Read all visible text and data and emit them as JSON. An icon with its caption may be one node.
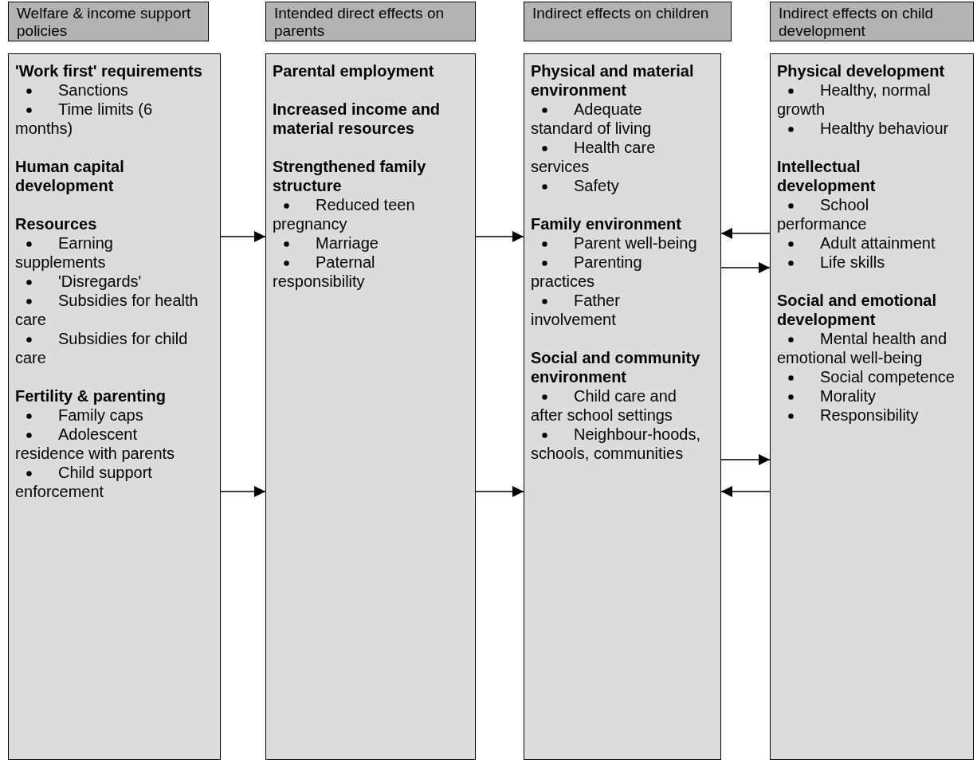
{
  "diagram": {
    "nodes": [
      {
        "text": [
          "Welfare & income support policies"
        ]
      },
      {
        "text": [
          "Intended direct effects on parents"
        ]
      },
      {
        "text": [
          "Indirect effects on children"
        ]
      },
      {
        "text": [
          "Indirect effects on child development"
        ]
      },
      {
        "text": [
          "'Work first' requirements",
          "Sanctions",
          "Time limits (6 months)",
          "Human capital development",
          "Resources",
          "Earning supplements",
          "'Disregards'",
          "Subsidies for health care",
          "Subsidies for child care",
          "Fertility & parenting",
          "Family caps",
          "Adolescent residence with parents",
          "Child support enforcement"
        ]
      },
      {
        "text": [
          "Parental employment",
          "Increased income and material resources",
          "Strengthened family structure",
          "Reduced teen pregnancy",
          "Marriage",
          "Paternal responsibility"
        ]
      },
      {
        "text": [
          "Physical and material environment",
          "Adequate standard of living",
          "Health care services",
          "Safety",
          "Family environment",
          "Parent well-being",
          "Parenting practices",
          "Father involvement",
          "Social and community environment",
          "Child care and after school settings",
          "Neighbour-hoods, schools, communities"
        ]
      },
      {
        "text": [
          "Physical development",
          "Healthy, normal growth",
          "Healthy behaviour",
          "Intellectual development",
          "School performance",
          "Adult attainment",
          "Life skills",
          "Social and emotional development",
          "Mental health and emotional well-being",
          "Social competence",
          "Morality",
          "Responsibility"
        ]
      }
    ],
    "edges": [
      {
        "from": 4,
        "to": 5,
        "arrow": "to"
      },
      {
        "from": 4,
        "to": 5,
        "arrow": "to"
      },
      {
        "from": 5,
        "to": 6,
        "arrow": "to"
      },
      {
        "from": 5,
        "to": 6,
        "arrow": "to"
      },
      {
        "from": 7,
        "to": 6,
        "arrow": "to"
      },
      {
        "from": 6,
        "to": 7,
        "arrow": "to"
      },
      {
        "from": 6,
        "to": 7,
        "arrow": "to"
      },
      {
        "from": 7,
        "to": 6,
        "arrow": "to"
      }
    ]
  }
}
